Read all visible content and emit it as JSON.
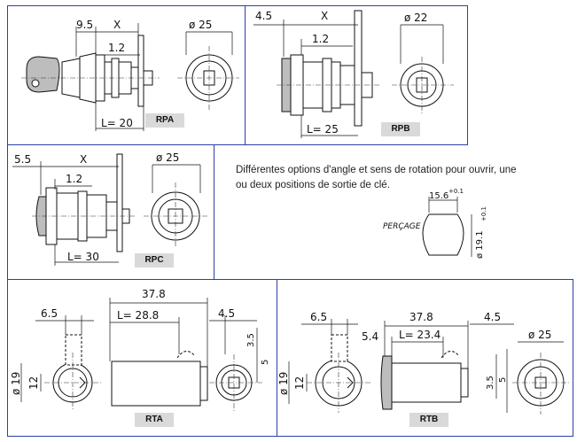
{
  "description": "Différentes options d'angle et sens de rotation pour ouvrir, une ou deux positions de sortie de clé.",
  "percage_label": "PERÇAGE",
  "percage": {
    "width": "15.6",
    "width_tol": "+0.1",
    "height": "ø 19.1",
    "height_tol": "+0.1"
  },
  "rpa": {
    "tag": "RPA",
    "d1": "9.5",
    "x": "X",
    "d2": "1.2",
    "length": "L= 20",
    "diameter": "ø 25"
  },
  "rpb": {
    "tag": "RPB",
    "d1": "4.5",
    "x": "X",
    "d2": "1.2",
    "length": "L= 25",
    "diameter": "ø 22"
  },
  "rpc": {
    "tag": "RPC",
    "d1": "5.5",
    "x": "X",
    "d2": "1.2",
    "length": "L= 30",
    "diameter": "ø 25"
  },
  "rta": {
    "tag": "RTA",
    "d1": "6.5",
    "total": "37.8",
    "length": "L= 28.8",
    "d2": "4.5",
    "d3": "3.5",
    "d4": "5",
    "dia": "ø 19",
    "h": "12"
  },
  "rtb": {
    "tag": "RTB",
    "d1": "6.5",
    "total": "37.8",
    "d2": "4.5",
    "d3": "5.4",
    "length": "L= 23.4",
    "dia": "ø 19",
    "h": "12",
    "d4": "3.5",
    "d5": "5",
    "diameter": "ø 25"
  }
}
